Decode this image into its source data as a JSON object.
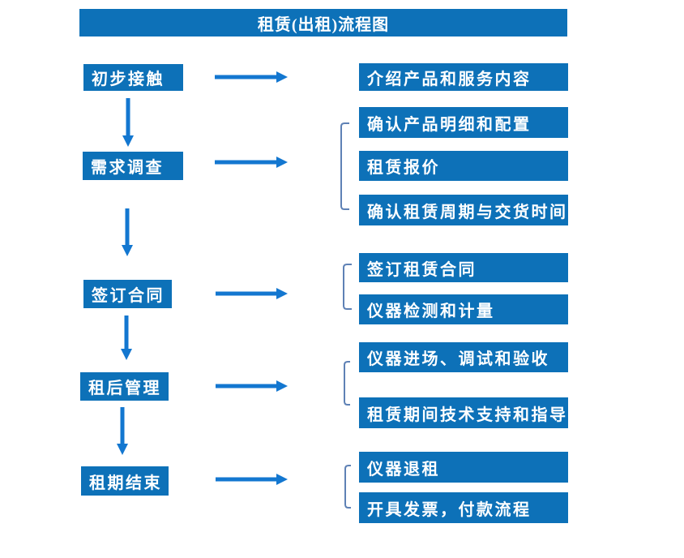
{
  "title": "租赁(出租)流程图",
  "colors": {
    "box_fill": "#0d71b8",
    "arrow": "#1377d0",
    "bracket": "#5e81b5",
    "box_text": "#ffffff",
    "background": "#ffffff"
  },
  "flow": {
    "steps": [
      {
        "label": "初步接触",
        "details": [
          "介绍产品和服务内容"
        ]
      },
      {
        "label": "需求调查",
        "details": [
          "确认产品明细和配置",
          "租赁报价",
          "确认租赁周期与交货时间"
        ]
      },
      {
        "label": "签订合同",
        "details": [
          "签订租赁合同",
          "仪器检测和计量"
        ]
      },
      {
        "label": "租后管理",
        "details": [
          "仪器进场、调试和验收",
          "租赁期间技术支持和指导"
        ]
      },
      {
        "label": "租期结束",
        "details": [
          "仪器退租",
          "开具发票，付款流程"
        ]
      }
    ]
  }
}
